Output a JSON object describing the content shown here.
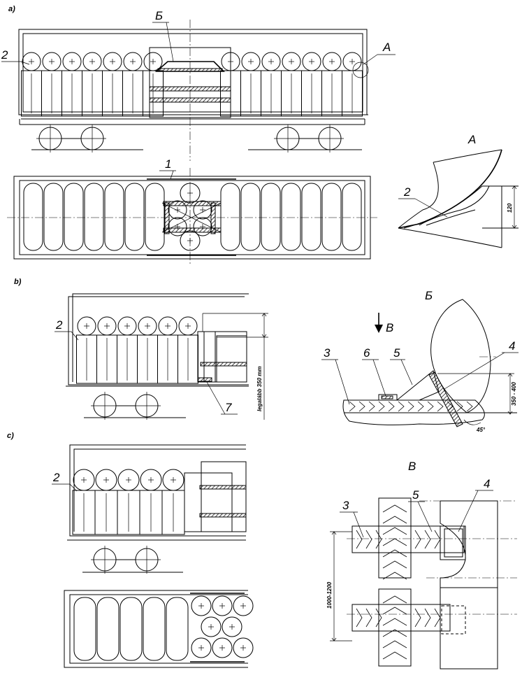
{
  "panels": {
    "a": "a)",
    "b": "b)",
    "c": "c)"
  },
  "callouts": {
    "n1": "1",
    "n2": "2",
    "n3": "3",
    "n4": "4",
    "n5": "5",
    "n6": "6",
    "n7": "7",
    "A": "A",
    "B_cyr": "Б",
    "V_cyr": "В"
  },
  "views": {
    "detail_a": "A",
    "detail_b": "Б",
    "detail_v": "В"
  },
  "dimensions": {
    "d120": "120",
    "d350_400": "350 - 400",
    "d45": "45°",
    "d1000_1200": "1000-1200",
    "legalabb": "legalább 350 mm"
  },
  "colors": {
    "line": "#000000",
    "background": "#ffffff"
  }
}
